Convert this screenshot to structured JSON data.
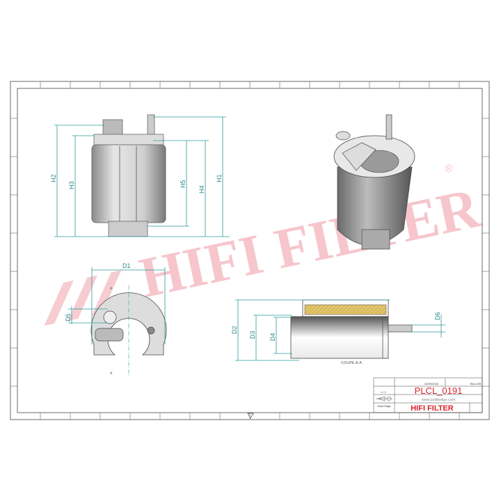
{
  "watermark": "HIFI FILTER",
  "watermark_mark": "®",
  "colors": {
    "watermark": "#f3c0c6",
    "dimension": "#2a9a9a",
    "brand": "#d8232a",
    "filter_media": "#e2c46a"
  },
  "dimensions": {
    "front": [
      "H1",
      "H2",
      "H3",
      "H4",
      "H5"
    ],
    "bottom": [
      "D1",
      "D5"
    ],
    "section": [
      "D2",
      "D3",
      "D4",
      "D6"
    ]
  },
  "section_marker": "A",
  "section_caption": "COUPE A-A",
  "title_block": {
    "date": "20/09/2016",
    "drawn_by": "BULLEB",
    "sheet": "1 / 1",
    "reference": "PLCL_0191",
    "website": "www.solidedge.com",
    "software": "Solid Edge",
    "brand": "HIFI FILTER"
  }
}
